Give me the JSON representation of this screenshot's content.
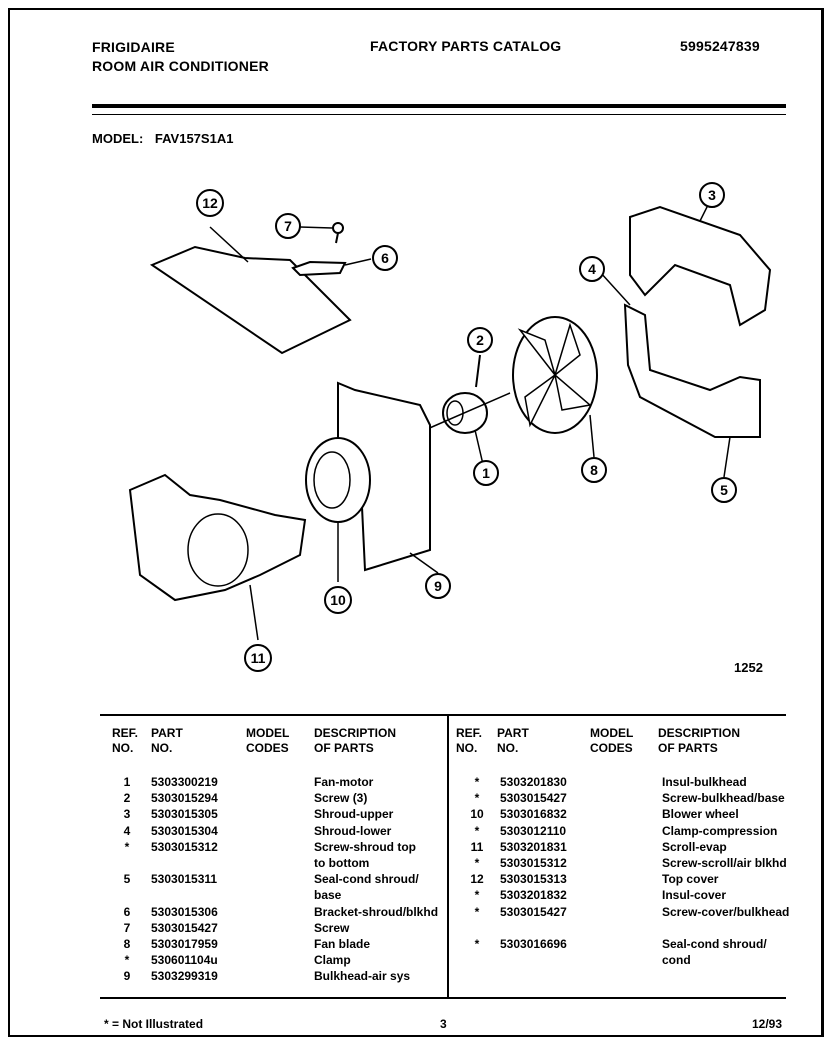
{
  "header": {
    "brand_line1": "FRIGIDAIRE",
    "brand_line2": "ROOM AIR CONDITIONER",
    "catalog_title": "FACTORY PARTS CATALOG",
    "catalog_number": "5995247839"
  },
  "model": {
    "label": "MODEL:",
    "value": "FAV157S1A1"
  },
  "diagram": {
    "drawing_number": "1252",
    "callouts": [
      "1",
      "2",
      "3",
      "4",
      "5",
      "6",
      "7",
      "8",
      "9",
      "10",
      "11",
      "12"
    ]
  },
  "table": {
    "headers": {
      "ref_line1": "REF.",
      "ref_line2": "NO.",
      "part_line1": "PART",
      "part_line2": "NO.",
      "model_line1": "MODEL",
      "model_line2": "CODES",
      "desc_line1": "DESCRIPTION",
      "desc_line2": "OF PARTS"
    },
    "left_rows": [
      {
        "ref": "1",
        "part": "5303300219",
        "desc": "Fan-motor"
      },
      {
        "ref": "2",
        "part": "5303015294",
        "desc": "Screw (3)"
      },
      {
        "ref": "3",
        "part": "5303015305",
        "desc": "Shroud-upper"
      },
      {
        "ref": "4",
        "part": "5303015304",
        "desc": "Shroud-lower"
      },
      {
        "ref": "*",
        "part": "5303015312",
        "desc": "Screw-shroud top"
      },
      {
        "ref": "",
        "part": "",
        "desc": "to bottom"
      },
      {
        "ref": "5",
        "part": "5303015311",
        "desc": "Seal-cond shroud/"
      },
      {
        "ref": "",
        "part": "",
        "desc": "base"
      },
      {
        "ref": "6",
        "part": "5303015306",
        "desc": "Bracket-shroud/blkhd"
      },
      {
        "ref": "7",
        "part": "5303015427",
        "desc": "Screw"
      },
      {
        "ref": "8",
        "part": "5303017959",
        "desc": "Fan blade"
      },
      {
        "ref": "*",
        "part": "530601104u",
        "desc": "Clamp"
      },
      {
        "ref": "9",
        "part": "5303299319",
        "desc": "Bulkhead-air sys"
      }
    ],
    "right_rows": [
      {
        "ref": "*",
        "part": "5303201830",
        "desc": "Insul-bulkhead"
      },
      {
        "ref": "*",
        "part": "5303015427",
        "desc": "Screw-bulkhead/base"
      },
      {
        "ref": "10",
        "part": "5303016832",
        "desc": "Blower wheel"
      },
      {
        "ref": "*",
        "part": "5303012110",
        "desc": "Clamp-compression"
      },
      {
        "ref": "11",
        "part": "5303201831",
        "desc": "Scroll-evap"
      },
      {
        "ref": "*",
        "part": "5303015312",
        "desc": "Screw-scroll/air blkhd"
      },
      {
        "ref": "12",
        "part": "5303015313",
        "desc": "Top cover"
      },
      {
        "ref": "*",
        "part": "5303201832",
        "desc": "Insul-cover"
      },
      {
        "ref": "*",
        "part": "5303015427",
        "desc": "Screw-cover/bulkhead"
      },
      {
        "ref": "",
        "part": "",
        "desc": ""
      },
      {
        "ref": "*",
        "part": "5303016696",
        "desc": "Seal-cond shroud/"
      },
      {
        "ref": "",
        "part": "",
        "desc": "cond"
      }
    ]
  },
  "footer": {
    "note": "* = Not Illustrated",
    "page_number": "3",
    "date": "12/93"
  }
}
